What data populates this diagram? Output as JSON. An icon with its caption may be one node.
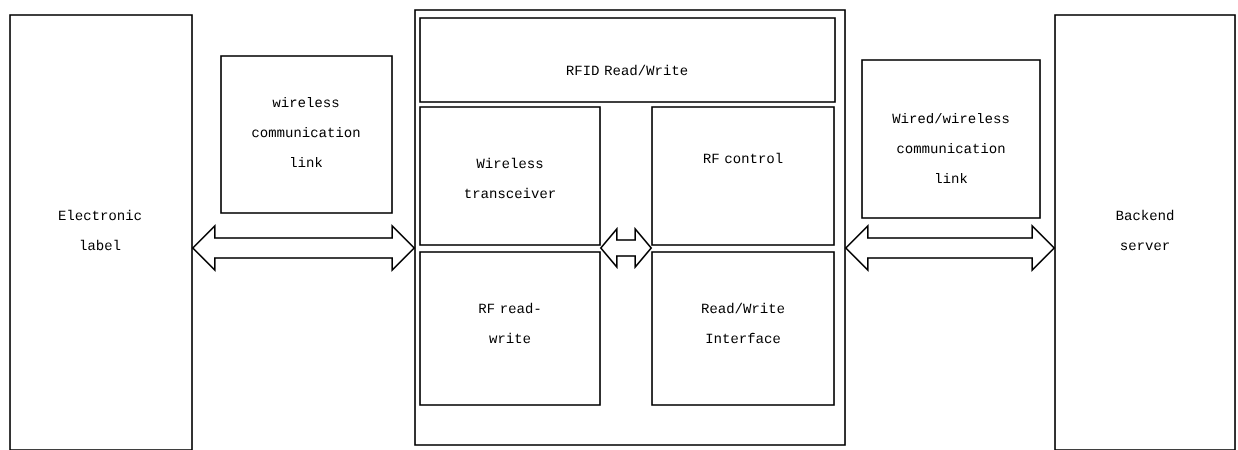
{
  "diagram": {
    "nodes": [
      {
        "text": [
          "Electronic label"
        ]
      },
      {
        "text": [
          "wireless communication link"
        ]
      },
      {
        "text": [],
        "shape": "box"
      },
      {
        "text": [
          "RFID Read/Write"
        ],
        "in": 2
      },
      {
        "text": [
          "Wireless transceiver"
        ],
        "in": 2
      },
      {
        "text": [
          "RF control"
        ],
        "in": 2
      },
      {
        "text": [
          "RF read-write"
        ],
        "in": 2
      },
      {
        "text": [
          "Read/Write Interface"
        ],
        "in": 2
      },
      {
        "text": [
          "Wired/wireless communication link"
        ]
      },
      {
        "text": [
          "Backend server"
        ]
      }
    ],
    "edges": [
      {
        "from": 0,
        "to": 2,
        "arrow": "both"
      },
      {
        "from": 4,
        "to": 5,
        "arrow": "both"
      },
      {
        "from": 2,
        "to": 9,
        "arrow": "both"
      }
    ]
  }
}
